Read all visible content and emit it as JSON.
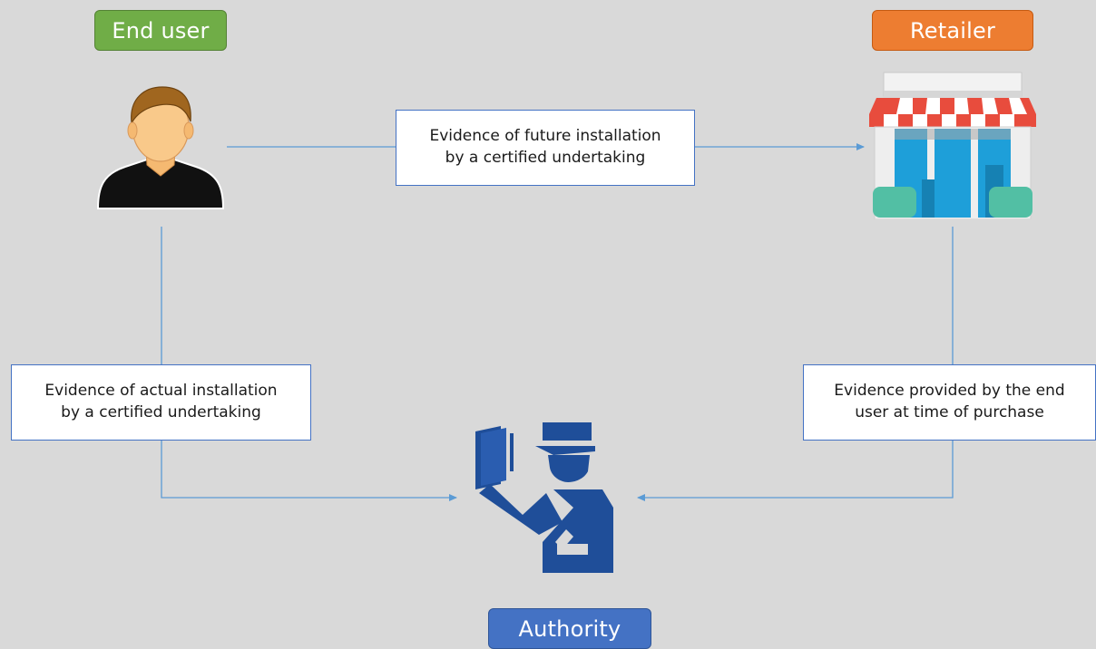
{
  "nodes": {
    "end_user": {
      "label": "End user",
      "icon": "person-icon",
      "color": "#70ad47"
    },
    "retailer": {
      "label": "Retailer",
      "icon": "shop-icon",
      "color": "#ed7d31"
    },
    "authority": {
      "label": "Authority",
      "icon": "customs-officer-icon",
      "color": "#4472c4"
    }
  },
  "evidence": {
    "future_installation": "Evidence of future installation\nby a certified undertaking",
    "actual_installation": "Evidence of actual installation\nby a certified undertaking",
    "provided_by_end_user": "Evidence provided by the end\nuser at time of purchase"
  },
  "colors": {
    "background": "#d9d9d9",
    "connector": "#5b9bd5",
    "box_border": "#4472c4"
  }
}
